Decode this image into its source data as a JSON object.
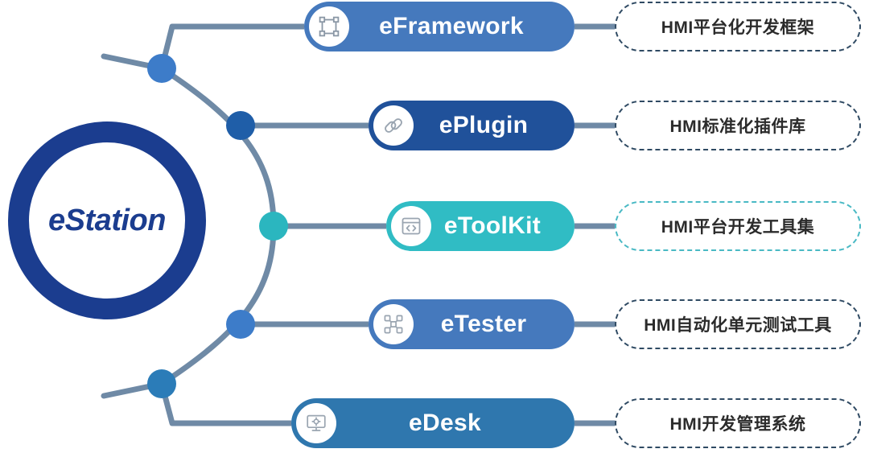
{
  "diagram": {
    "title": "eStation",
    "hub": {
      "label": "eStation",
      "color": "#1b3d8f"
    },
    "wire_color": "#6f8aa6",
    "rows": [
      {
        "name": "eFramework",
        "label": "eFramework",
        "icon": "frame-icon",
        "pill_color": "#4579bd",
        "node_color": "#3d7cc9",
        "desc": "HMI平台化开发框架",
        "desc_border_color": "#2f4a63"
      },
      {
        "name": "ePlugin",
        "label": "ePlugin",
        "icon": "link-icon",
        "pill_color": "#20519a",
        "node_color": "#1f5ea8",
        "desc": "HMI标准化插件库",
        "desc_border_color": "#2f4a63"
      },
      {
        "name": "eToolKit",
        "label": "eToolKit",
        "icon": "code-window-icon",
        "pill_color": "#30bcc4",
        "node_color": "#2bb6bf",
        "desc": "HMI平台开发工具集",
        "desc_border_color": "#49b9c4"
      },
      {
        "name": "eTester",
        "label": "eTester",
        "icon": "node-tree-icon",
        "pill_color": "#4579bd",
        "node_color": "#3d7cc9",
        "desc": "HMI自动化单元测试工具",
        "desc_border_color": "#2f4a63"
      },
      {
        "name": "eDesk",
        "label": "eDesk",
        "icon": "monitor-gear-icon",
        "pill_color": "#2f77ae",
        "node_color": "#2b7cb8",
        "desc": "HMI开发管理系统",
        "desc_border_color": "#2f4a63"
      }
    ]
  }
}
